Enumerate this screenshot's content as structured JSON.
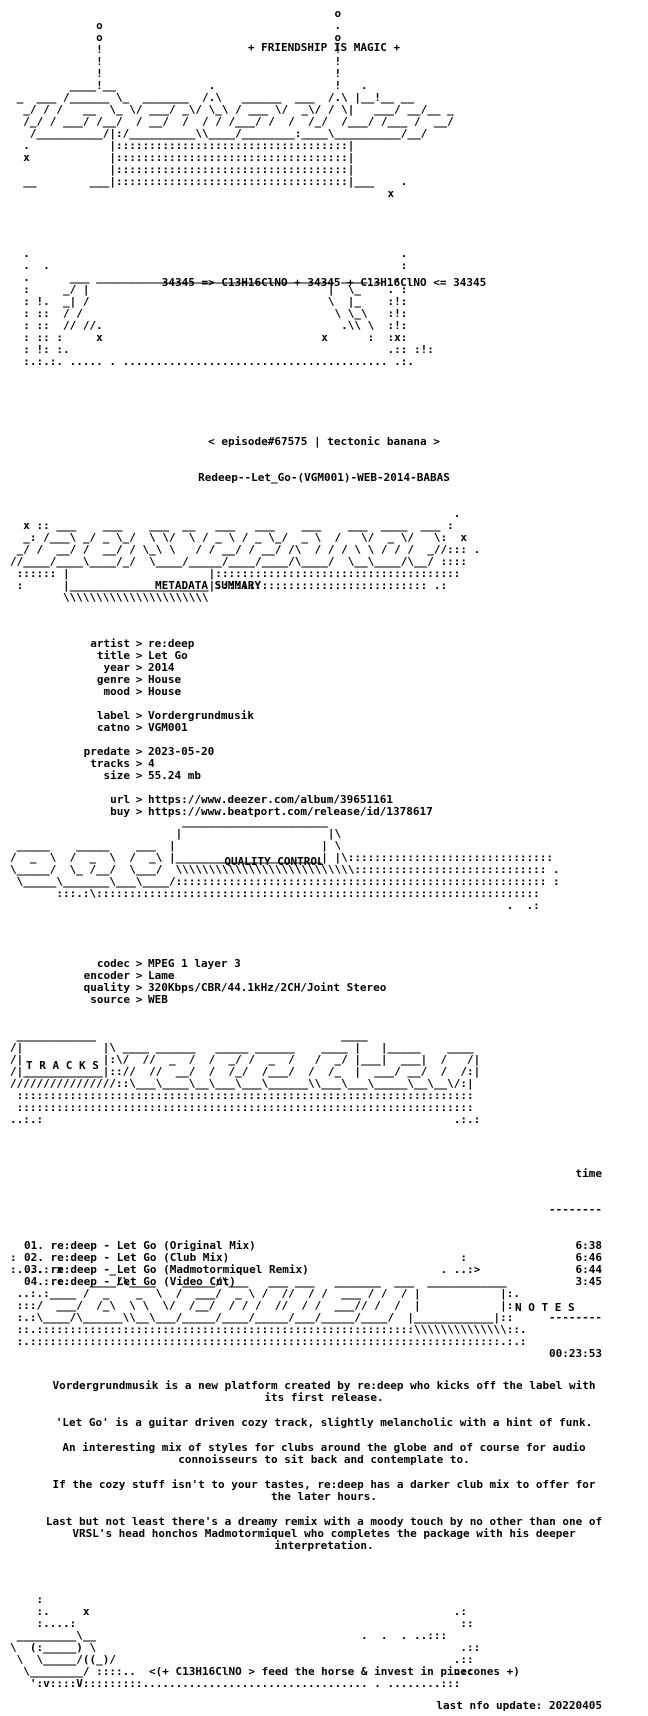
{
  "header_title": "+ FRIENDSHIP IS MAGIC +",
  "formula_line": "34345 => C13H16ClNO + 34345 + C13H16ClNO <= 34345",
  "episode_line": "< episode#67575 | tectonic banana >",
  "release_name": "Redeep--Let_Go-(VGM001)-WEB-2014-BABAS",
  "metadata_section_label": "METADATA SUMMARY",
  "metadata": [
    {
      "key": "artist",
      "value": "re:deep"
    },
    {
      "key": "title",
      "value": "Let Go"
    },
    {
      "key": "year",
      "value": "2014"
    },
    {
      "key": "genre",
      "value": "House"
    },
    {
      "key": "mood",
      "value": "House"
    },
    {
      "key": "",
      "value": ""
    },
    {
      "key": "label",
      "value": "Vordergrundmusik"
    },
    {
      "key": "catno",
      "value": "VGM001"
    },
    {
      "key": "",
      "value": ""
    },
    {
      "key": "predate",
      "value": "2023-05-20"
    },
    {
      "key": "tracks",
      "value": "4"
    },
    {
      "key": "size",
      "value": "55.24 mb"
    },
    {
      "key": "",
      "value": ""
    },
    {
      "key": "url",
      "value": "https://www.deezer.com/album/39651161"
    },
    {
      "key": "buy",
      "value": "https://www.beatport.com/release/id/1378617"
    }
  ],
  "quality_section_label": "QUALITY CONTROL",
  "quality": [
    {
      "key": "codec",
      "value": "MPEG 1 layer 3"
    },
    {
      "key": "encoder",
      "value": "Lame"
    },
    {
      "key": "quality",
      "value": "320Kbps/CBR/44.1kHz/2CH/Joint Stereo"
    },
    {
      "key": "source",
      "value": "WEB"
    }
  ],
  "tracks_section_label": "T R A C K S",
  "tracks_time_header": "time",
  "tracks": [
    {
      "name": "01. re:deep - Let Go (Original Mix)",
      "time": "6:38"
    },
    {
      "name": "02. re:deep - Let Go (Club Mix)",
      "time": "6:46"
    },
    {
      "name": "03. re:deep - Let Go (Madmotormiquel Remix)",
      "time": "6:44"
    },
    {
      "name": "04. re:deep - Let Go (Video Cut)",
      "time": "3:45"
    }
  ],
  "tracks_total": "00:23:53",
  "notes_section_label": "N O T E S",
  "notes": [
    "Vordergrundmusik is a new platform created by re:deep who kicks off the label with its first release.",
    "'Let Go' is a guitar driven cozy track, slightly melancholic with a hint of funk.",
    "An interesting mix of styles for clubs around the globe and of course for audio connoisseurs to sit back and contemplate to.",
    "If the cozy stuff isn't to your tastes, re:deep has a darker club mix to offer for the later hours.",
    "Last but not least there's a dreamy remix with a moody touch by no other than one of VRSL's head honchos Madmotormiquel who completes the package with his deeper interpretation."
  ],
  "footer_slogan": "<(+ C13H16ClNO > feed the horse & invest in pinecones +)",
  "last_update": "last nfo update: 20220405"
}
